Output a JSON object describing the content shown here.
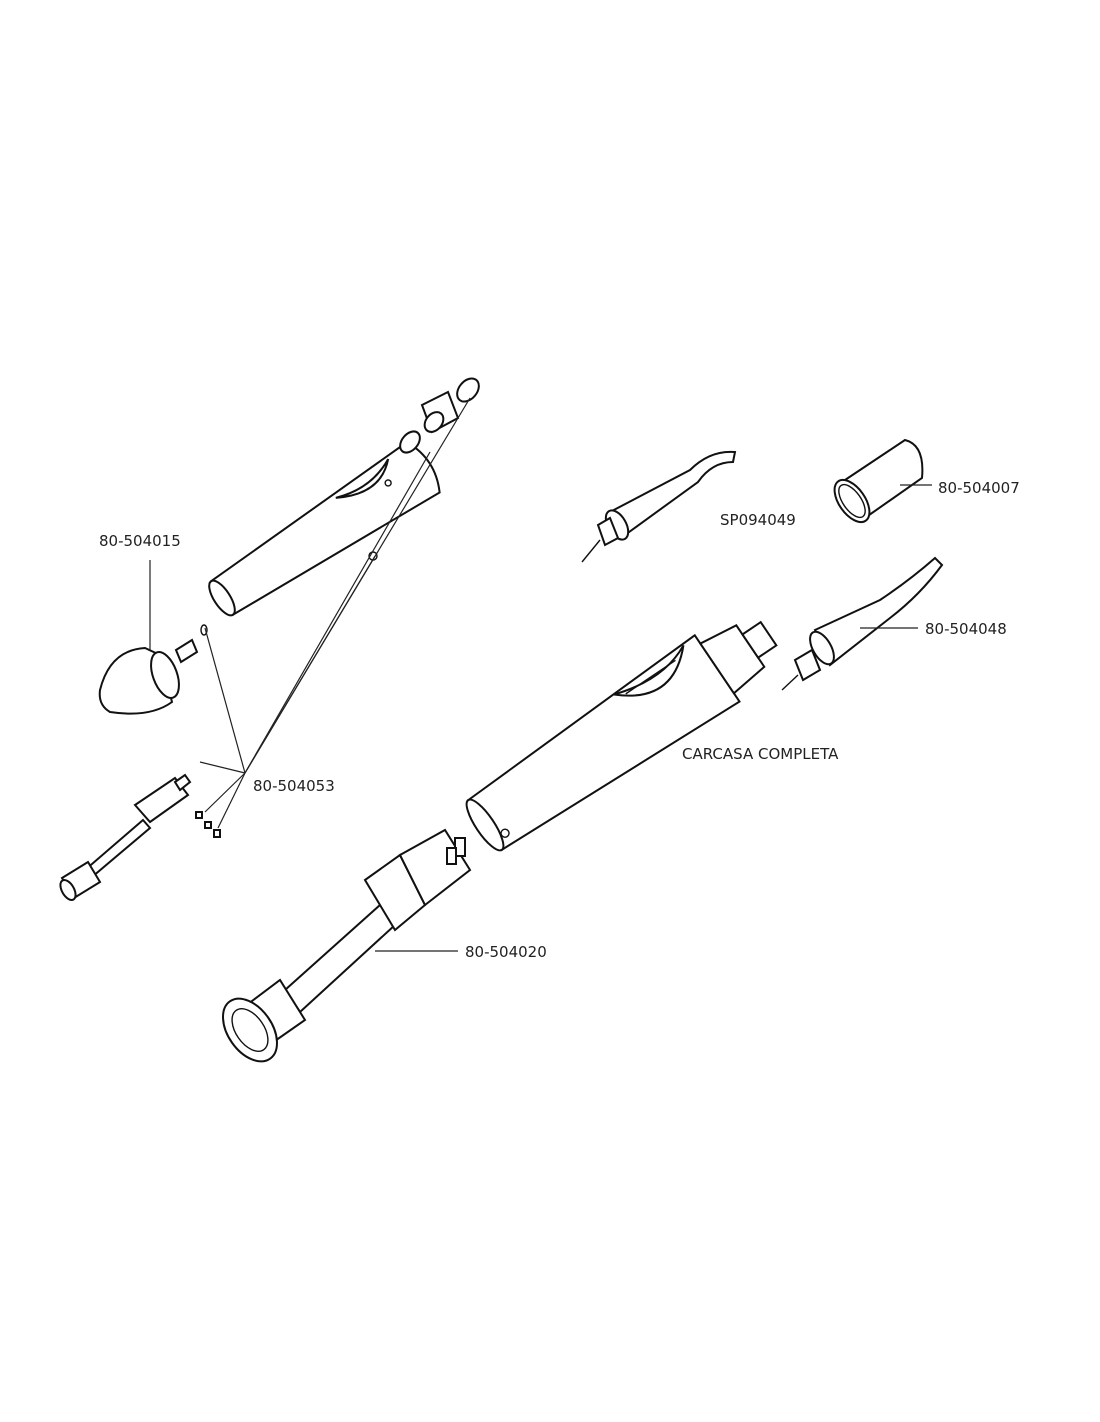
{
  "diagram": {
    "labels": {
      "head": "80-504015",
      "seals": "80-504053",
      "tip_curved": "SP094049",
      "cap": "80-504007",
      "tip_straight": "80-504048",
      "housing": "CARCASA COMPLETA",
      "shaft": "80-504020"
    }
  }
}
